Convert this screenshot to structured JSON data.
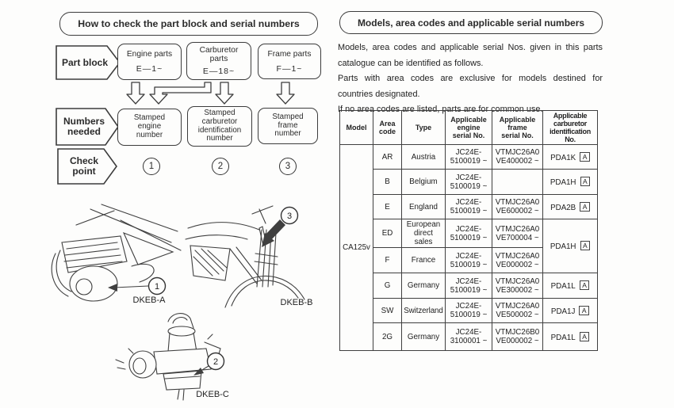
{
  "ink": "#2b2b2b",
  "left_panel": {
    "title": "How to check the part block and serial numbers",
    "row_labels": {
      "part_block": "Part block",
      "numbers_needed": "Numbers\nneeded",
      "check_point": "Check\npoint"
    },
    "part_blocks": [
      {
        "name": "Engine parts",
        "code": "E—1~"
      },
      {
        "name": "Carburetor\nparts",
        "code": "E—18~"
      },
      {
        "name": "Frame parts",
        "code": "F—1~"
      }
    ],
    "numbers_needed": [
      {
        "label": "Stamped\nengine\nnumber"
      },
      {
        "label": "Stamped\ncarburetor\nidentification\nnumber"
      },
      {
        "label": "Stamped\nframe\nnumber"
      }
    ],
    "check_points": [
      {
        "num": "1"
      },
      {
        "num": "2"
      },
      {
        "num": "3"
      }
    ],
    "figures": [
      {
        "label": "DKEB-A",
        "callout": "1"
      },
      {
        "label": "DKEB-B",
        "callout": "3"
      },
      {
        "label": "DKEB-C",
        "callout": "2"
      }
    ]
  },
  "right_panel": {
    "title": "Models, area codes and applicable serial numbers",
    "paragraph_lines": [
      "Models, area codes and applicable serial Nos. given in this parts",
      "catalogue can be identified as follows.",
      "Parts with area codes are exclusive for models destined for",
      "countries designated.",
      "If no area codes are listed, parts are for common use."
    ],
    "table": {
      "headers": {
        "model": "Model",
        "area": "Area\ncode",
        "type": "Type",
        "engine": "Applicable\nengine\nserial No.",
        "frame": "Applicable\nframe\nserial No.",
        "carb": "Applicable\ncarburetor\nidentification No."
      },
      "model": "CA125v",
      "rows": [
        {
          "area": "AR",
          "type": "Austria",
          "engine": "JC24E-\n5100019 ~",
          "frame": "VTMJC26A0\nVE400002 ~",
          "carb": "PDA1K",
          "mark": "A"
        },
        {
          "area": "B",
          "type": "Belgium",
          "engine": "JC24E-\n5100019 ~",
          "frame": "",
          "carb": "PDA1H",
          "mark": "A"
        },
        {
          "area": "E",
          "type": "England",
          "engine": "JC24E-\n5100019 ~",
          "frame": "VTMJC26A0\nVE600002 ~",
          "carb": "PDA2B",
          "mark": "A"
        },
        {
          "area": "ED",
          "type": "European\ndirect\nsales",
          "engine": "JC24E-\n5100019 ~",
          "frame": "VTMJC26A0\nVE700004 ~",
          "carb": "PDA1H",
          "mark": "A"
        },
        {
          "area": "F",
          "type": "France",
          "engine": "JC24E-\n5100019 ~",
          "frame": "VTMJC26A0\nVE000002 ~"
        },
        {
          "area": "G",
          "type": "Germany",
          "engine": "JC24E-\n5100019 ~",
          "frame": "VTMJC26A0\nVE300002 ~",
          "carb": "PDA1L",
          "mark": "A"
        },
        {
          "area": "SW",
          "type": "Switzerland",
          "engine": "JC24E-\n5100019 ~",
          "frame": "VTMJC26A0\nVE500002 ~",
          "carb": "PDA1J",
          "mark": "A"
        },
        {
          "area": "2G",
          "type": "Germany",
          "engine": "JC24E-\n3100001 ~",
          "frame": "VTMJC26B0\nVE000002 ~",
          "carb": "PDA1L",
          "mark": "A"
        }
      ]
    }
  }
}
